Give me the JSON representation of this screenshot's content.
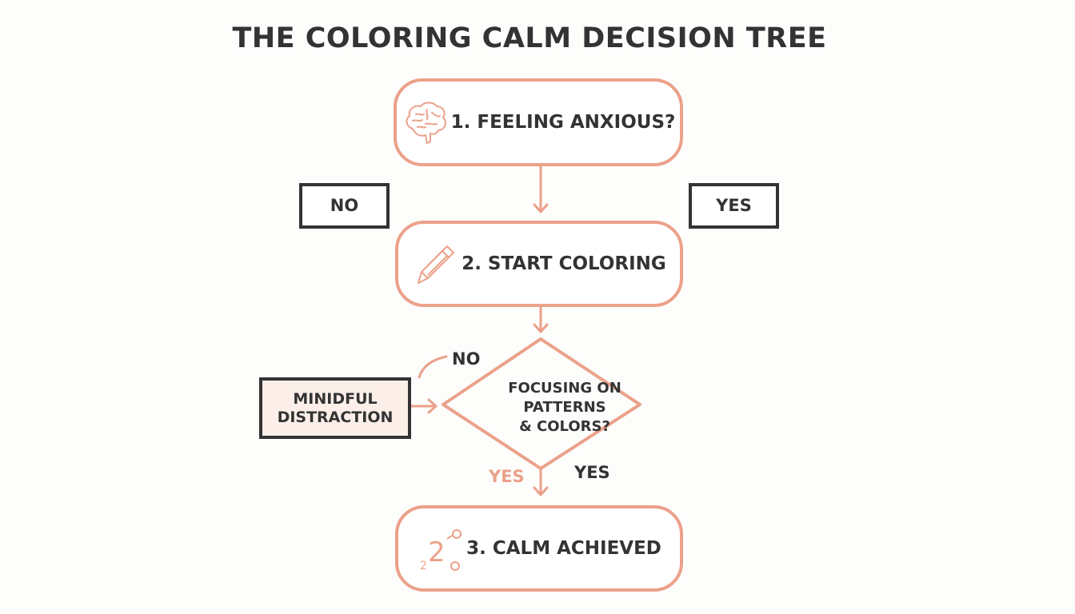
{
  "title": "THE COLORING CALM DECISION TREE",
  "colors": {
    "accent": "#eba18a",
    "text": "#333333",
    "highlight_fill": "#fcefe9"
  },
  "nodes": {
    "step1": {
      "label": "1. FEELING ANXIOUS?",
      "icon": "brain-icon"
    },
    "step2": {
      "label": "2. START COLORING",
      "icon": "pencil-icon"
    },
    "decision": {
      "label_lines": [
        "FOCUSING ON",
        "PATTERNS",
        "& COLORS?"
      ]
    },
    "step3": {
      "label": "3. CALM ACHIEVED",
      "icon": "numbers-icon"
    },
    "side_box": {
      "label_lines": [
        "MINIDFUL",
        "DISTRACTION"
      ]
    }
  },
  "labels": {
    "no_box": "NO",
    "yes_box": "YES",
    "decision_no": "NO",
    "decision_yes_left": "YES",
    "decision_yes_right": "YES"
  }
}
